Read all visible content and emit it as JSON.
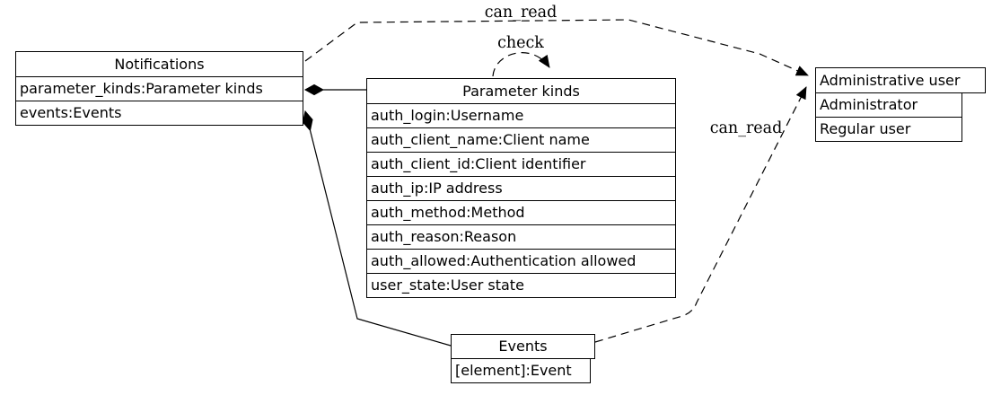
{
  "colors": {
    "background": "#ffffff",
    "line": "#000000",
    "node_fill": "#ffffff",
    "text": "#000000"
  },
  "nodes": {
    "notifications": {
      "title": "Notifications",
      "rows": [
        "parameter_kinds:Parameter kinds",
        "events:Events"
      ]
    },
    "parameter_kinds": {
      "title": "Parameter kinds",
      "rows": [
        "auth_login:Username",
        "auth_client_name:Client name",
        "auth_client_id:Client identifier",
        "auth_ip:IP address",
        "auth_method:Method",
        "auth_reason:Reason",
        "auth_allowed:Authentication allowed",
        "user_state:User state"
      ]
    },
    "administrative_user": {
      "title": "Administrative user",
      "rows": [
        "Administrator",
        "Regular user"
      ]
    },
    "events": {
      "title": "Events",
      "rows": [
        "[element]:Event"
      ]
    }
  },
  "edges": {
    "can_read_top": {
      "label": "can_read",
      "style": "dashed-arrow",
      "from": "Notifications",
      "to": "Administrative user"
    },
    "check": {
      "label": "check",
      "style": "dashed-arrow",
      "from": "Parameter kinds",
      "to": "Parameter kinds"
    },
    "can_read_events": {
      "label": "can_read",
      "style": "dashed-arrow",
      "from": "Events",
      "to": "Administrative user"
    },
    "composition_parameter_kinds": {
      "style": "solid-diamond",
      "from": "Notifications.parameter_kinds",
      "to": "Parameter kinds"
    },
    "composition_events": {
      "style": "solid-diamond",
      "from": "Notifications.events",
      "to": "Events"
    }
  }
}
